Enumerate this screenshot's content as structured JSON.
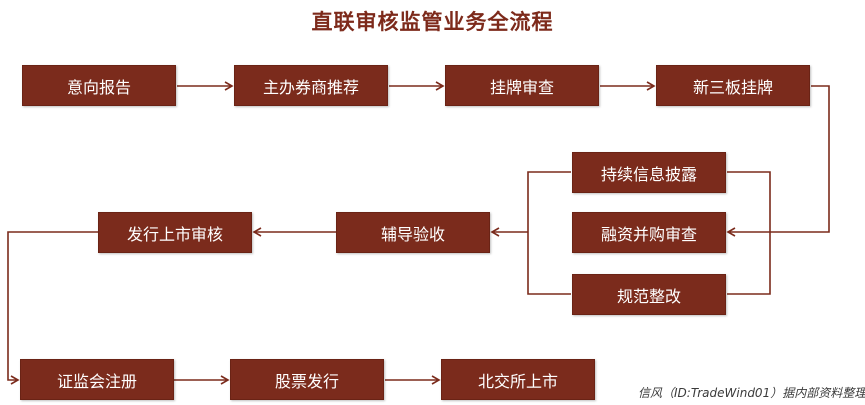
{
  "title": "直联审核监管业务全流程",
  "nodes": {
    "intent_report": "意向报告",
    "broker_recommend": "主办券商推荐",
    "listing_review": "挂牌审查",
    "neeq_listing": "新三板挂牌",
    "continuous_disclosure": "持续信息披露",
    "financing_ma_review": "融资并购审查",
    "rectification": "规范整改",
    "tutoring_acceptance": "辅导验收",
    "issuance_review": "发行上市审核",
    "csrc_registration": "证监会注册",
    "stock_issuance": "股票发行",
    "bse_listing": "北交所上市"
  },
  "footer": "信风（ID:TradeWind01）据内部资料整理",
  "colors": {
    "box": "#7b2b1c",
    "title": "#7d2a1b",
    "connector": "#7b2b1c"
  }
}
